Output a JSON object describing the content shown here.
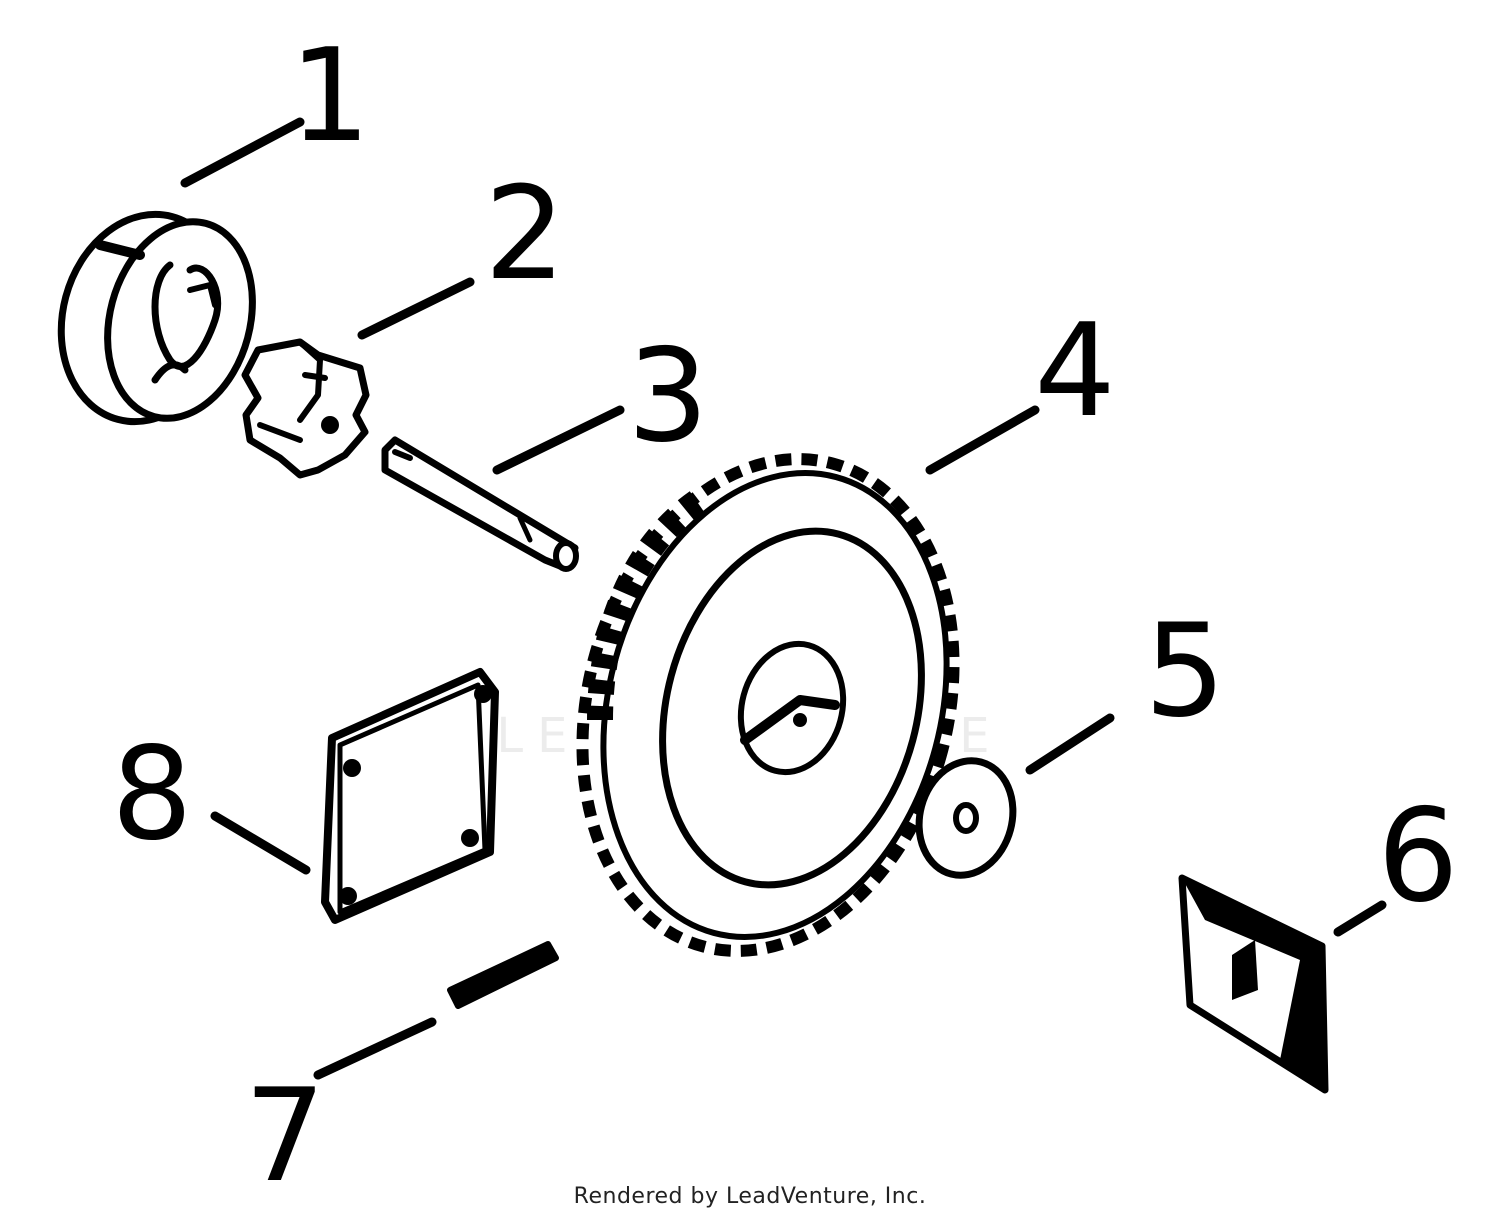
{
  "callouts": [
    "1",
    "2",
    "3",
    "4",
    "5",
    "6",
    "7",
    "8"
  ],
  "watermark_text": "LEADVENTURE",
  "credit": "Rendered by LeadVenture, Inc.",
  "parts": [
    {
      "callout": "1",
      "icon": "oil-pump-body-icon"
    },
    {
      "callout": "2",
      "icon": "pump-rotor-icon"
    },
    {
      "callout": "3",
      "icon": "shaft-pin-icon"
    },
    {
      "callout": "4",
      "icon": "gear-icon"
    },
    {
      "callout": "5",
      "icon": "washer-icon"
    },
    {
      "callout": "6",
      "icon": "key-icon"
    },
    {
      "callout": "7",
      "icon": "roll-pin-icon"
    },
    {
      "callout": "8",
      "icon": "cover-plate-icon"
    }
  ]
}
